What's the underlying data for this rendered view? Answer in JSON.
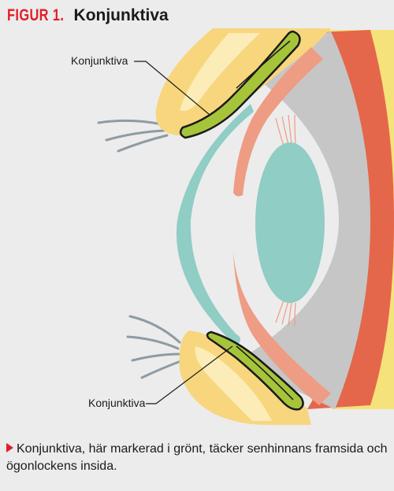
{
  "figure": {
    "number": "FIGUR 1.",
    "title": "Konjunktiva"
  },
  "labels": {
    "upper": "Konjunktiva",
    "lower": "Konjunktiva"
  },
  "caption": {
    "text": "Konjunktiva, här markerad i grönt, täcker senhinnans framsida och ögonlockens insida."
  },
  "colors": {
    "background": "#ececec",
    "accent_red": "#e01e28",
    "conjunctiva_green": "#a6c43a",
    "eyelid_skin": "#f7d67e",
    "eyelid_highlight": "#fcecb8",
    "sclera_gray": "#c6c6c6",
    "choroid_red": "#e4674b",
    "iris_salmon": "#ee9c83",
    "lens_cornea_teal": "#8fcdc5",
    "lash_gray": "#8e9ba3",
    "retina_yellow": "#f6e27a"
  }
}
